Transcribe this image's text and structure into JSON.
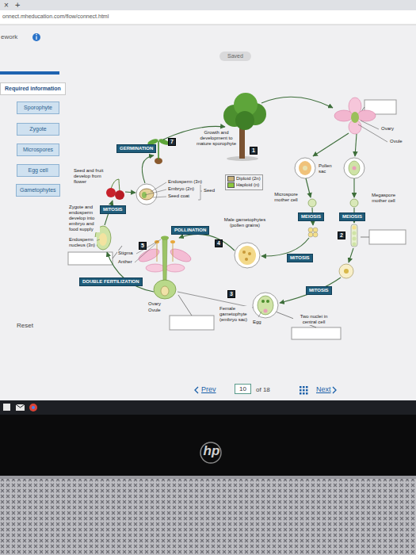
{
  "diagram": {
    "nodes": [
      {
        "text": [
          "Saved"
        ]
      },
      {
        "text": [
          "Required information"
        ]
      },
      {
        "text": [
          "Sporophyte"
        ]
      },
      {
        "text": [
          "Zygote"
        ]
      },
      {
        "text": [
          "Microspores"
        ]
      },
      {
        "text": [
          "Egg cell"
        ]
      },
      {
        "text": [
          "Gametophytes"
        ]
      },
      {
        "text": [
          "7"
        ]
      },
      {
        "text": [
          "GERMINATION"
        ]
      },
      {
        "text": [
          "1"
        ]
      },
      {
        "text": [
          "MITOSIS"
        ]
      },
      {
        "text": [
          "MEIOSIS"
        ]
      },
      {
        "text": [
          "MEIOSIS"
        ]
      },
      {
        "text": [
          "2"
        ]
      },
      {
        "text": [
          "POLLINATION"
        ]
      },
      {
        "text": [
          "4"
        ]
      },
      {
        "text": [
          "5"
        ]
      },
      {
        "text": [
          "MITOSIS"
        ]
      },
      {
        "text": [
          "DOUBLE FERTILIZATION"
        ]
      },
      {
        "text": [
          "3"
        ]
      },
      {
        "text": [
          "MITOSIS"
        ]
      },
      {
        "text": [
          "10"
        ]
      }
    ],
    "labels": [
      "×",
      "+",
      "onnect.mheducation.com/flow/connect.html",
      "ework",
      "Ovary",
      "Ovule",
      "Growth and development to mature sporophyte",
      "Pollen sac",
      "Seed and fruit develop from flower",
      "Endosperm (3n)",
      "Embryo (2n)",
      "Seed coat",
      "Seed",
      "Microspore mother cell",
      "Megaspore mother cell",
      "Zygote and endosperm develop into embryo and food supply",
      "Male gametophytes (pollen grains)",
      "Endosperm nucleus (3n)",
      "Stigma",
      "Anther",
      "Ovary",
      "Ovule",
      "Female gametophyte (embryo sac)",
      "Egg",
      "Two nuclei in central cell",
      "Reset",
      "Prev",
      "of 18",
      "Next",
      "hp"
    ],
    "legend": [
      {
        "text": "Diploid (2n)",
        "color": "#c9b27a"
      },
      {
        "text": "Haploid (n)",
        "color": "#8cc63f"
      }
    ]
  }
}
